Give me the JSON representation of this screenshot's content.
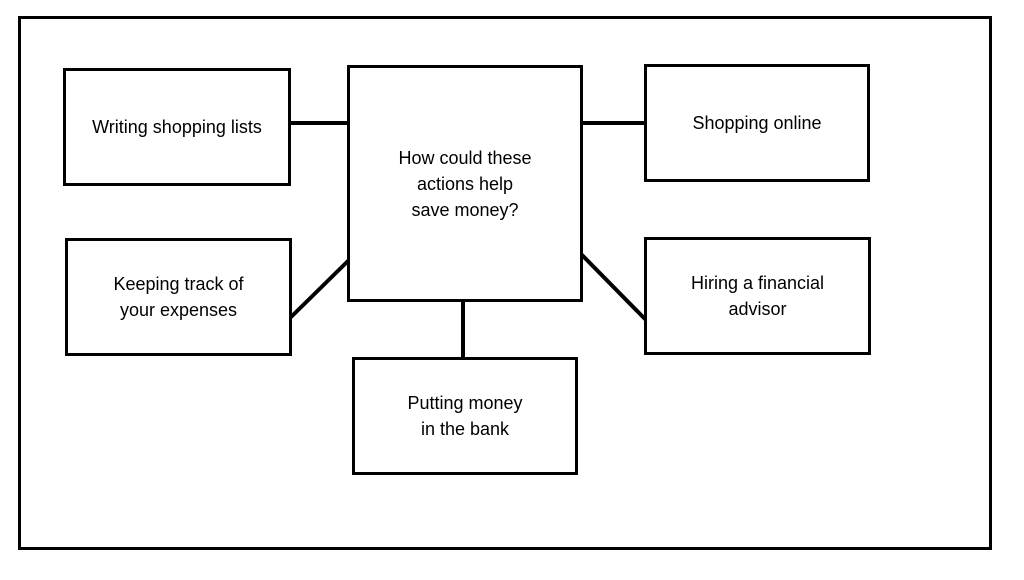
{
  "diagram": {
    "center": {
      "text": "How could these\nactions help\nsave money?"
    },
    "nodes": [
      {
        "id": "writing-shopping-lists",
        "text": "Writing shopping lists"
      },
      {
        "id": "keeping-track",
        "text": "Keeping track of\nyour expenses"
      },
      {
        "id": "putting-money-bank",
        "text": "Putting money\nin the bank"
      },
      {
        "id": "shopping-online",
        "text": "Shopping online"
      },
      {
        "id": "hiring-advisor",
        "text": "Hiring a financial\nadvisor"
      }
    ],
    "colors": {
      "stroke": "#000000",
      "background": "#ffffff",
      "text": "#000000"
    }
  }
}
